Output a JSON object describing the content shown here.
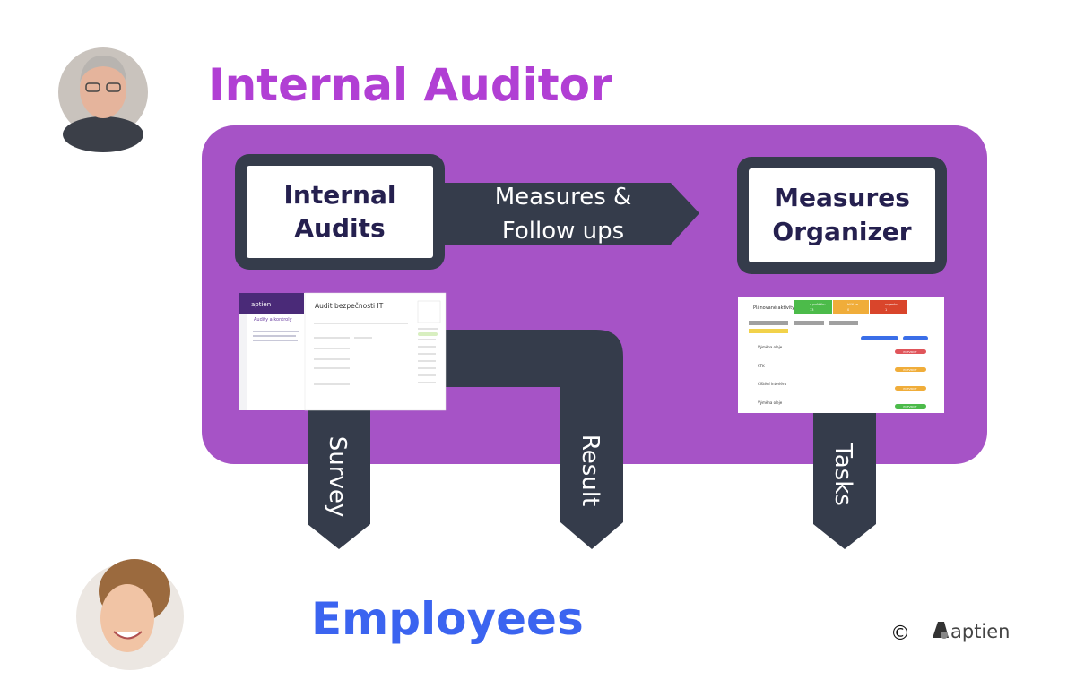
{
  "top_role": {
    "title": "Internal Auditor",
    "color": "#b13fd4",
    "avatar": "male-auditor-photo"
  },
  "bottom_role": {
    "title": "Employees",
    "color": "#3b64f0",
    "avatar": "female-employee-photo"
  },
  "colors": {
    "panel": "#a653c6",
    "dark": "#353c4b",
    "white": "#ffffff"
  },
  "modules": {
    "internal_audits": [
      "Internal",
      "Audits"
    ],
    "measures_organizer": [
      "Measures",
      "Organizer"
    ]
  },
  "flows": {
    "measures_followups": [
      "Measures &",
      "Follow ups"
    ],
    "survey": "Survey",
    "result": "Result",
    "tasks": "Tasks"
  },
  "audit_screenshot": {
    "brand": "aptien",
    "section": "Audity a kontroly",
    "title": "Audit bezpečnosti IT"
  },
  "organizer_screenshot": {
    "title": "Plánované aktivity",
    "status_cards": [
      {
        "label": "v pořádku",
        "count": "13",
        "color": "#4cbb4a"
      },
      {
        "label": "blíží se",
        "count": "0",
        "color": "#f0ad3a"
      },
      {
        "label": "urgentní",
        "count": "1",
        "color": "#d9452b"
      }
    ],
    "rows": [
      {
        "name": "Výměna oleje",
        "button": "POTVRDIT",
        "color": "#e0555a"
      },
      {
        "name": "STK",
        "button": "POTVRDIT",
        "color": "#f0ad3a"
      },
      {
        "name": "Čištění interiéru",
        "button": "POTVRDIT",
        "color": "#f0ad3a"
      },
      {
        "name": "Výměna oleje",
        "button": "POTVRDIT",
        "color": "#4cbb4a"
      }
    ]
  },
  "footer": {
    "copyright": "©",
    "logo_text": "aptien"
  }
}
